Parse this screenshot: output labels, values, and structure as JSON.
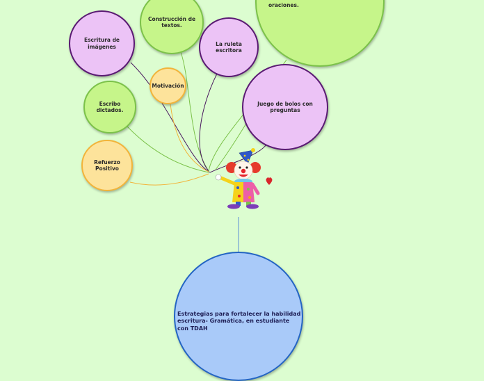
{
  "root": {
    "text": "Estrategias para fortalecer la habilidad escritura- Gramática, en estudiante con TDAH"
  },
  "nodes": {
    "escritura_imagenes": "Escritura de imágenes",
    "construccion_textos": "Construcción de textos.",
    "ruleta_escritora": "La ruleta escritora",
    "motivacion": "Motivación",
    "escribo_dictados": "Escribo dictados.",
    "juego_bolos": "Juego de bolos con preguntas",
    "refuerzo_positivo": "Refuerzo Positivo",
    "top_bubble_partial": "oraciones."
  },
  "colors": {
    "background": "#dcfdd0",
    "purple": "#ecc3f6",
    "green": "#c6f58a",
    "orange": "#fde39b",
    "blue": "#a9caf9",
    "string_purple": "#4a1a60",
    "string_green": "#7cc24a",
    "string_orange": "#f2b43a",
    "connector": "#5b8fd6"
  },
  "icons": {
    "clown": "clown-illustration",
    "heart": "heart-icon"
  }
}
